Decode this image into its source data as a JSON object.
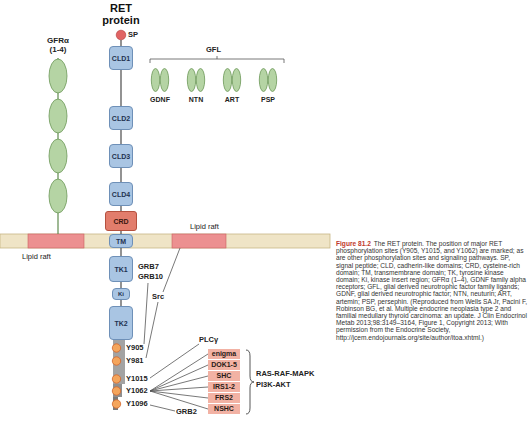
{
  "diagram": {
    "title": "RET protein",
    "caption": "The RET protein. The position of major RET phosphorylation sites (Y905, Y1015, and Y1062) are marked; as are other phosphorylation sites and signaling pathways. SP, signal peptide; CLD, cadherin-like domains; CRD, cysteine-rich domain; TM, transmembrane domain; TK, tyrosine kinase domain; Ki, kinase insert region; GFRα (1–4), GDNF family alpha receptors; GFL, glial derived neurotrophic factor family ligands; GDNF, glial derived neurotrophic factor; NTN, neuturin; ART, artemin; PSP, persephin. (Reproduced from Wells SA Jr, Pacini F, Robinson BG, et al. Multiple endocrine neoplasia type 2 and familial medullary thyroid carcinoma: an update. J Clin Endocrinol Metab 2013;98:3149–3164, Figure 1, Copyright 2013; With permission from the Endocrine Society, http://jcem.endojournals.org/site/author/itoa.xhtml.)",
    "nodes": [
      {
        "text": [
          "SP"
        ]
      },
      {
        "text": [
          "CLD1"
        ]
      },
      {
        "text": [
          "CLD2"
        ]
      },
      {
        "text": [
          "CLD3"
        ]
      },
      {
        "text": [
          "CLD4"
        ]
      },
      {
        "text": [
          "CRD"
        ]
      },
      {
        "text": [
          "TM"
        ]
      },
      {
        "text": [
          "TK1"
        ]
      },
      {
        "text": [
          "Ki"
        ]
      },
      {
        "text": [
          "TK2"
        ]
      },
      {
        "text": [
          "Y905"
        ]
      },
      {
        "text": [
          "Y981"
        ]
      },
      {
        "text": [
          "Y1015"
        ]
      },
      {
        "text": [
          "Y1062"
        ]
      },
      {
        "text": [
          "Y1096"
        ]
      },
      {
        "text": [
          "GFRα (1-4)"
        ]
      },
      {
        "text": [
          "GDNF"
        ]
      },
      {
        "text": [
          "NTN"
        ]
      },
      {
        "text": [
          "ART"
        ]
      },
      {
        "text": [
          "PSP"
        ]
      },
      {
        "text": [
          "enigma"
        ]
      },
      {
        "text": [
          "DOK1-5"
        ]
      },
      {
        "text": [
          "SHC"
        ]
      },
      {
        "text": [
          "IRS1-2"
        ]
      },
      {
        "text": [
          "FRS2"
        ]
      },
      {
        "text": [
          "NSHC"
        ]
      }
    ],
    "edges": [
      {
        "from": 0,
        "to": 1,
        "arrow": "none"
      },
      {
        "from": 1,
        "to": 2,
        "arrow": "none"
      },
      {
        "from": 2,
        "to": 3,
        "arrow": "none"
      },
      {
        "from": 3,
        "to": 4,
        "arrow": "none"
      },
      {
        "from": 4,
        "to": 5,
        "arrow": "none"
      },
      {
        "from": 5,
        "to": 6,
        "arrow": "none"
      },
      {
        "from": 6,
        "to": 7,
        "arrow": "none"
      },
      {
        "from": 7,
        "to": 8,
        "arrow": "none"
      },
      {
        "from": 8,
        "to": 9,
        "arrow": "none"
      },
      {
        "from": 13,
        "to": 20,
        "arrow": "none"
      },
      {
        "from": 13,
        "to": 21,
        "arrow": "none"
      },
      {
        "from": 13,
        "to": 22,
        "arrow": "none"
      },
      {
        "from": 13,
        "to": 23,
        "arrow": "none"
      },
      {
        "from": 13,
        "to": 24,
        "arrow": "none"
      },
      {
        "from": 13,
        "to": 25,
        "arrow": "none"
      }
    ],
    "labels": [
      "Lipid raft",
      "Lipid raft",
      "GFL",
      "GRB7",
      "GRB10",
      "Src",
      "PLCγ",
      "RAS-RAF-MAPK",
      "PI3K-AKT",
      "GRB2",
      "Figure 81.2"
    ]
  }
}
